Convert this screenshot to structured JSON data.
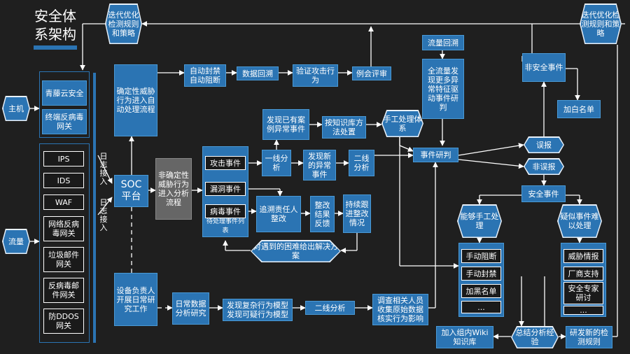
{
  "title": "安全体系架构",
  "sources": {
    "host": "主机",
    "flow": "流量"
  },
  "host_items": [
    "青藤云安全",
    "终端反病毒网关"
  ],
  "flow_items": [
    "IPS",
    "IDS",
    "WAF",
    "网络反病毒网关",
    "垃圾邮件网关",
    "反病毒邮件网关",
    "防DDOS网关"
  ],
  "log_in_1": "日志接入",
  "log_in_2": "日志接入",
  "soc": "SOC平台",
  "left_loop": "迭代优化检测规则和策略",
  "right_loop": "迭代优化检测规则和策略",
  "confirmed_threat": "确定性威胁行为进入自动处理流程",
  "auto_block": "自动封禁自动阻断",
  "data_replay": "数据回溯",
  "verify_attack": "验证攻击行为",
  "case_review": "例会评审",
  "uncertain_threat": "非确定性威胁行为进入分析流程",
  "found_case": "发现已有案例异常事件",
  "kb_method": "按知识库方法处置",
  "manual_system": "手工处理体系",
  "pending_caption": "待处理事件列表",
  "pending_events": [
    "攻击事件",
    "漏洞事件",
    "病毒事件"
  ],
  "first_line": "一线分析",
  "found_new": "发现新的异常事件",
  "second_line": "二线分析",
  "event_judge": "事件研判",
  "trace_person": "追溯责任人整改",
  "rectify_feedback": "整改结果反馈",
  "follow_up": "持续跟进整改情况",
  "escalate_difficulty": "对遇到的困难给出解决方案",
  "flow_replay": "流量回溯",
  "full_flow": "全流量发现更多异常特征驱动事件研判",
  "non_security": "非安全事件",
  "add_whitelist": "加白名单",
  "false_report": "误报",
  "not_false": "非误报",
  "security_event": "安全事件",
  "can_manual": "能够手工处理",
  "suspicious": "疑似事件难以处理",
  "manual_actions": [
    "手动阻断",
    "手动封禁",
    "加黑名单",
    "..."
  ],
  "expert_actions": [
    "威胁情报",
    "厂商支持",
    "安全专家研讨",
    "..."
  ],
  "equipment_owner": "设备负责人开展日常研究工作",
  "daily_analysis": "日常数据分析研究",
  "complex_behavior": "发现复杂行为模型发现可疑行为模型",
  "second_line_2": "二线分析",
  "investigate": "调查相关人员收集原始数据核实行为影响",
  "add_wiki": "加入组内Wiki知识库",
  "summarize": "总结分析经验",
  "new_rules": "研发新的检测规则"
}
